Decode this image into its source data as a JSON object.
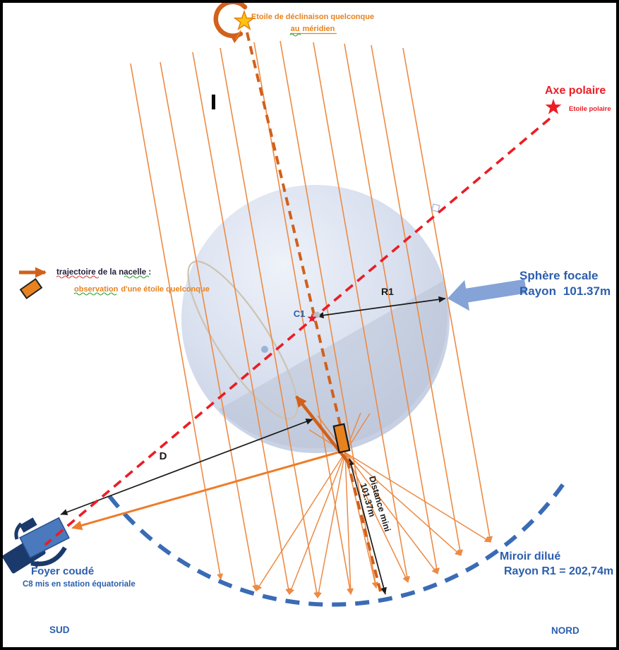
{
  "colors": {
    "accent_orange": "#E8821E",
    "deep_orange": "#D2601A",
    "ray_orange": "#EC8B45",
    "red": "#EC1C24",
    "text_blue": "#2C5EAE",
    "callout_arrow_blue": "#85A3D6",
    "mirror_arc_blue": "#3A6BB5",
    "star_yellow": "#FFC20E",
    "device_navy": "#1B3A6B",
    "device_blue": "#4A79BD",
    "sphere_fill": "#D8DFEE"
  },
  "measurements": {
    "focal_sphere_radius": "101.37m",
    "mirror_radius": "202,74m",
    "min_distance": "101.37m"
  },
  "labels": {
    "decl1": "Etoile de déclinaison quelconque",
    "decl2_au": "au",
    "decl2_rest": "méridien",
    "axe_polaire": "Axe polaire",
    "etoile_polaire": "Etoile polaire",
    "legend_trajectoire": "trajectoire de la nacelle :",
    "legend_obs_word": "observation",
    "legend_obs_rest": "d'une étoile quelconque",
    "c1": "C1",
    "r1": "R1",
    "sphere1": "Sphère focale",
    "sphere2a": "Rayon",
    "sphere2b": "101.37m",
    "miroir1": "Miroir dilué",
    "miroir2": "Rayon R1 = 202,74m",
    "d": "D",
    "dist1": "Distance mini",
    "dist2": "101.37m",
    "foyer1": "Foyer coudé",
    "foyer2": "C8 mis en station équatoriale",
    "sud": "SUD",
    "nord": "NORD"
  },
  "icons": [
    "rotation-arrow-icon",
    "declination-star-icon",
    "polar-star-icon",
    "legend-trajectory-arrow-icon",
    "legend-observation-diamond-icon",
    "focal-sphere-callout-arrow-icon"
  ]
}
